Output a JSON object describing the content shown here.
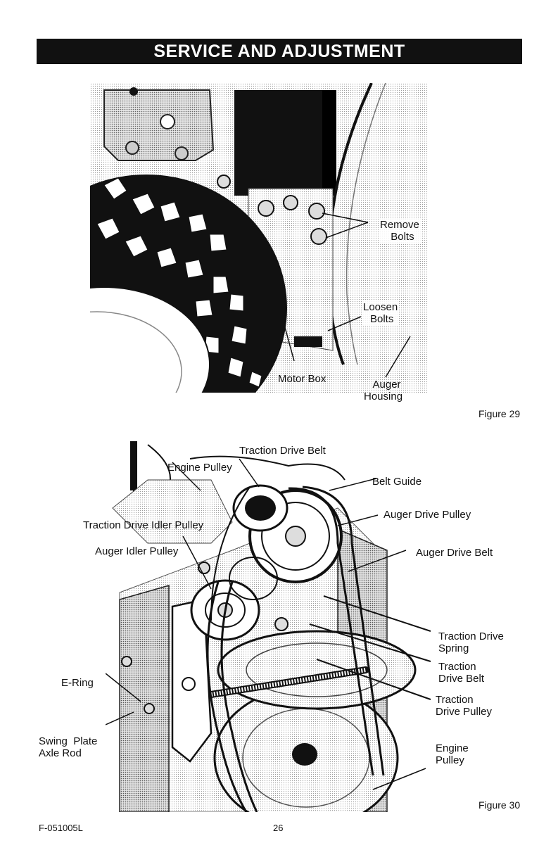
{
  "header": {
    "title": "SERVICE AND ADJUSTMENT"
  },
  "figure29": {
    "caption": "Figure 29",
    "labels": {
      "remove_bolts_1": "Remove",
      "remove_bolts_2": "Bolts",
      "loosen_bolts_1": "Loosen",
      "loosen_bolts_2": "Bolts",
      "motor_box": "Motor Box",
      "auger_housing_1": "Auger",
      "auger_housing_2": "Housing"
    }
  },
  "figure30": {
    "caption": "Figure 30",
    "labels": {
      "traction_drive_belt_top": "Traction Drive Belt",
      "engine_pulley_top": "Engine Pulley",
      "belt_guide": "Belt Guide",
      "traction_drive_idler_pulley": "Traction Drive Idler Pulley",
      "auger_drive_pulley": "Auger Drive Pulley",
      "auger_idler_pulley": "Auger Idler Pulley",
      "auger_drive_belt": "Auger Drive Belt",
      "traction_drive_spring_1": "Traction Drive",
      "traction_drive_spring_2": "Spring",
      "traction_drive_belt_1": "Traction",
      "traction_drive_belt_2": "Drive Belt",
      "e_ring": "E-Ring",
      "traction_drive_pulley_1": "Traction",
      "traction_drive_pulley_2": "Drive Pulley",
      "swing_plate_axle_rod_1": "Swing  Plate",
      "swing_plate_axle_rod_2": "Axle Rod",
      "engine_pulley_1": "Engine",
      "engine_pulley_2": "Pulley"
    }
  },
  "footer": {
    "doc_number": "F-051005L",
    "page_number": "26"
  }
}
